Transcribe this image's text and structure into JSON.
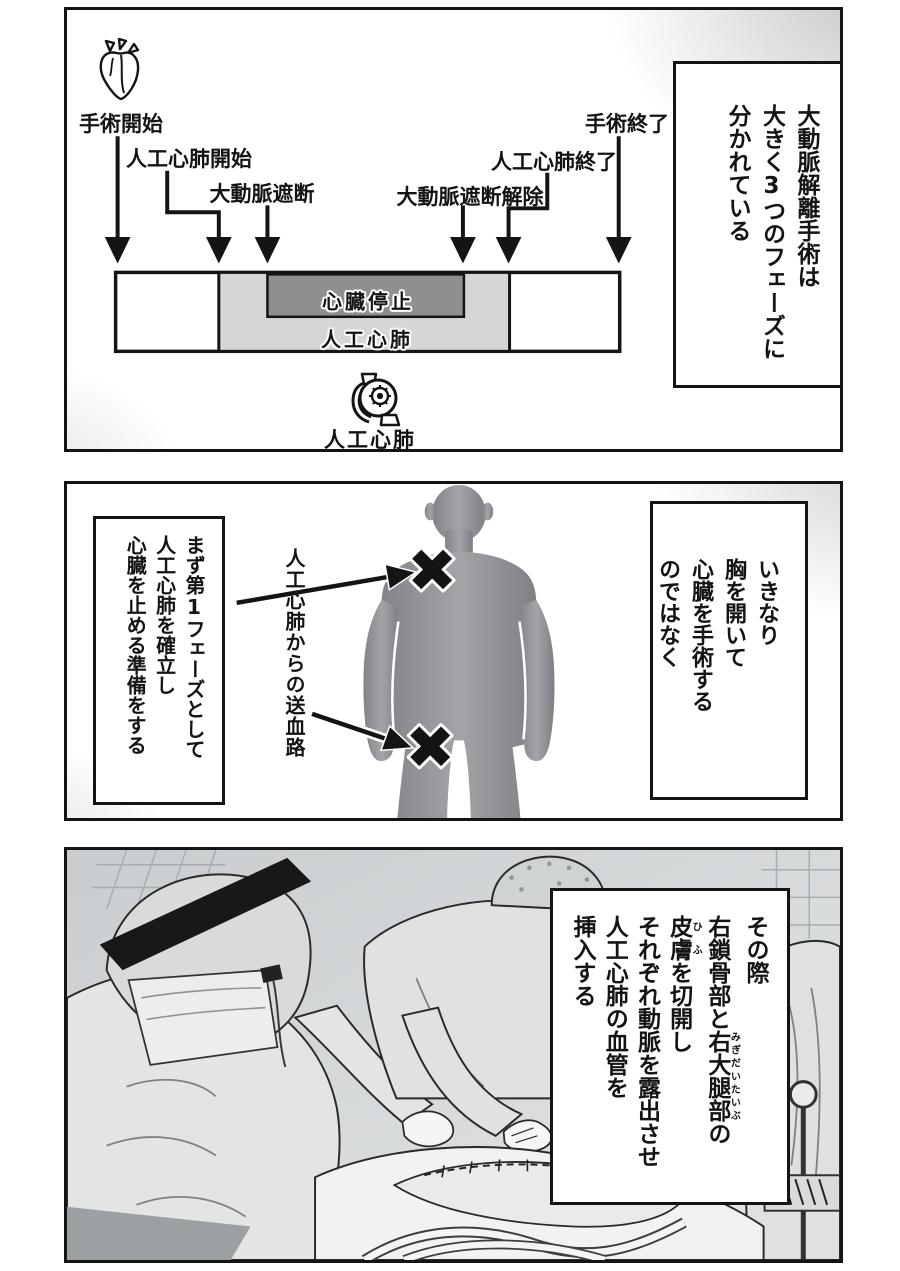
{
  "page": {
    "type": "manga-page",
    "language": "ja"
  },
  "panel1": {
    "name": "surgery-phase-timeline",
    "events": [
      {
        "label": "手術開始"
      },
      {
        "label": "人工心肺開始"
      },
      {
        "label": "大動脈遮断"
      },
      {
        "label": "大動脈遮断解除"
      },
      {
        "label": "人工心肺終了"
      },
      {
        "label": "手術終了"
      }
    ],
    "bar": {
      "cardiac_arrest_label": "心臓停止",
      "bypass_label": "人工心肺"
    },
    "pump_caption": "人工心肺",
    "caption_lines": [
      "大動脈解離手術は",
      "大きく3つのフェーズに",
      "分かれている"
    ],
    "icons": {
      "heart": "anatomical-heart-icon",
      "pump": "heart-lung-machine-pump-icon"
    }
  },
  "panel2": {
    "name": "bypass-cannulation-sites",
    "caption_right_lines": [
      "いきなり",
      "胸を開いて",
      "心臓を手術する",
      "のではなく"
    ],
    "caption_left_lines": [
      "まず第1フェーズとして",
      "人工心肺を確立し",
      "心臓を止める準備をする"
    ],
    "annotation_lines": [
      "人工心肺からの送血路"
    ],
    "markers": [
      "x-mark-right-clavicle",
      "x-mark-right-groin"
    ]
  },
  "panel3": {
    "name": "operating-room-scene",
    "caption_lines": [
      [
        {
          "t": "その際"
        }
      ],
      [
        {
          "t": "右鎖骨部と"
        },
        {
          "t": "右大腿部",
          "r": "みぎだいたいぶ"
        },
        {
          "t": "の"
        }
      ],
      [
        {
          "t": "皮膚",
          "r": "ひふ"
        },
        {
          "t": "を切開し"
        }
      ],
      [
        {
          "t": "それぞれ動脈を露出させ"
        }
      ],
      [
        {
          "t": "人工心肺の血管を"
        }
      ],
      [
        {
          "t": "挿入する"
        }
      ]
    ]
  },
  "colors": {
    "panel_border": "#141414",
    "bar_gray": "#d6d6d6",
    "bar_dark": "#8f8f8f",
    "silhouette": "#96979b",
    "page_bg": "#ffffff"
  }
}
